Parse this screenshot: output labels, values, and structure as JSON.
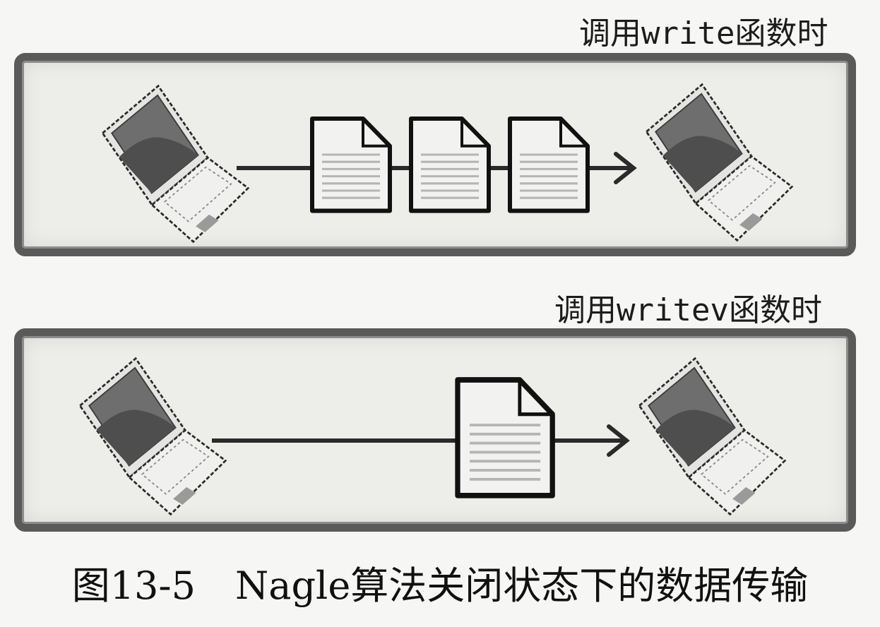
{
  "panels": [
    {
      "label": "调用write函数时",
      "sender_icon": "laptop-icon",
      "receiver_icon": "laptop-icon",
      "packet_icon": "document-icon",
      "packet_count": 3
    },
    {
      "label": "调用writev函数时",
      "sender_icon": "laptop-icon",
      "receiver_icon": "laptop-icon",
      "packet_icon": "document-icon",
      "packet_count": 1
    }
  ],
  "caption": {
    "figure_number": "图13-5",
    "text": "Nagle算法关闭状态下的数据传输"
  },
  "colors": {
    "frame": "#5a5a5a",
    "panel_fill": "#ededea",
    "line": "#2a2a2a",
    "screen": "#6e6e6e",
    "paper": "#f2f2f0"
  }
}
